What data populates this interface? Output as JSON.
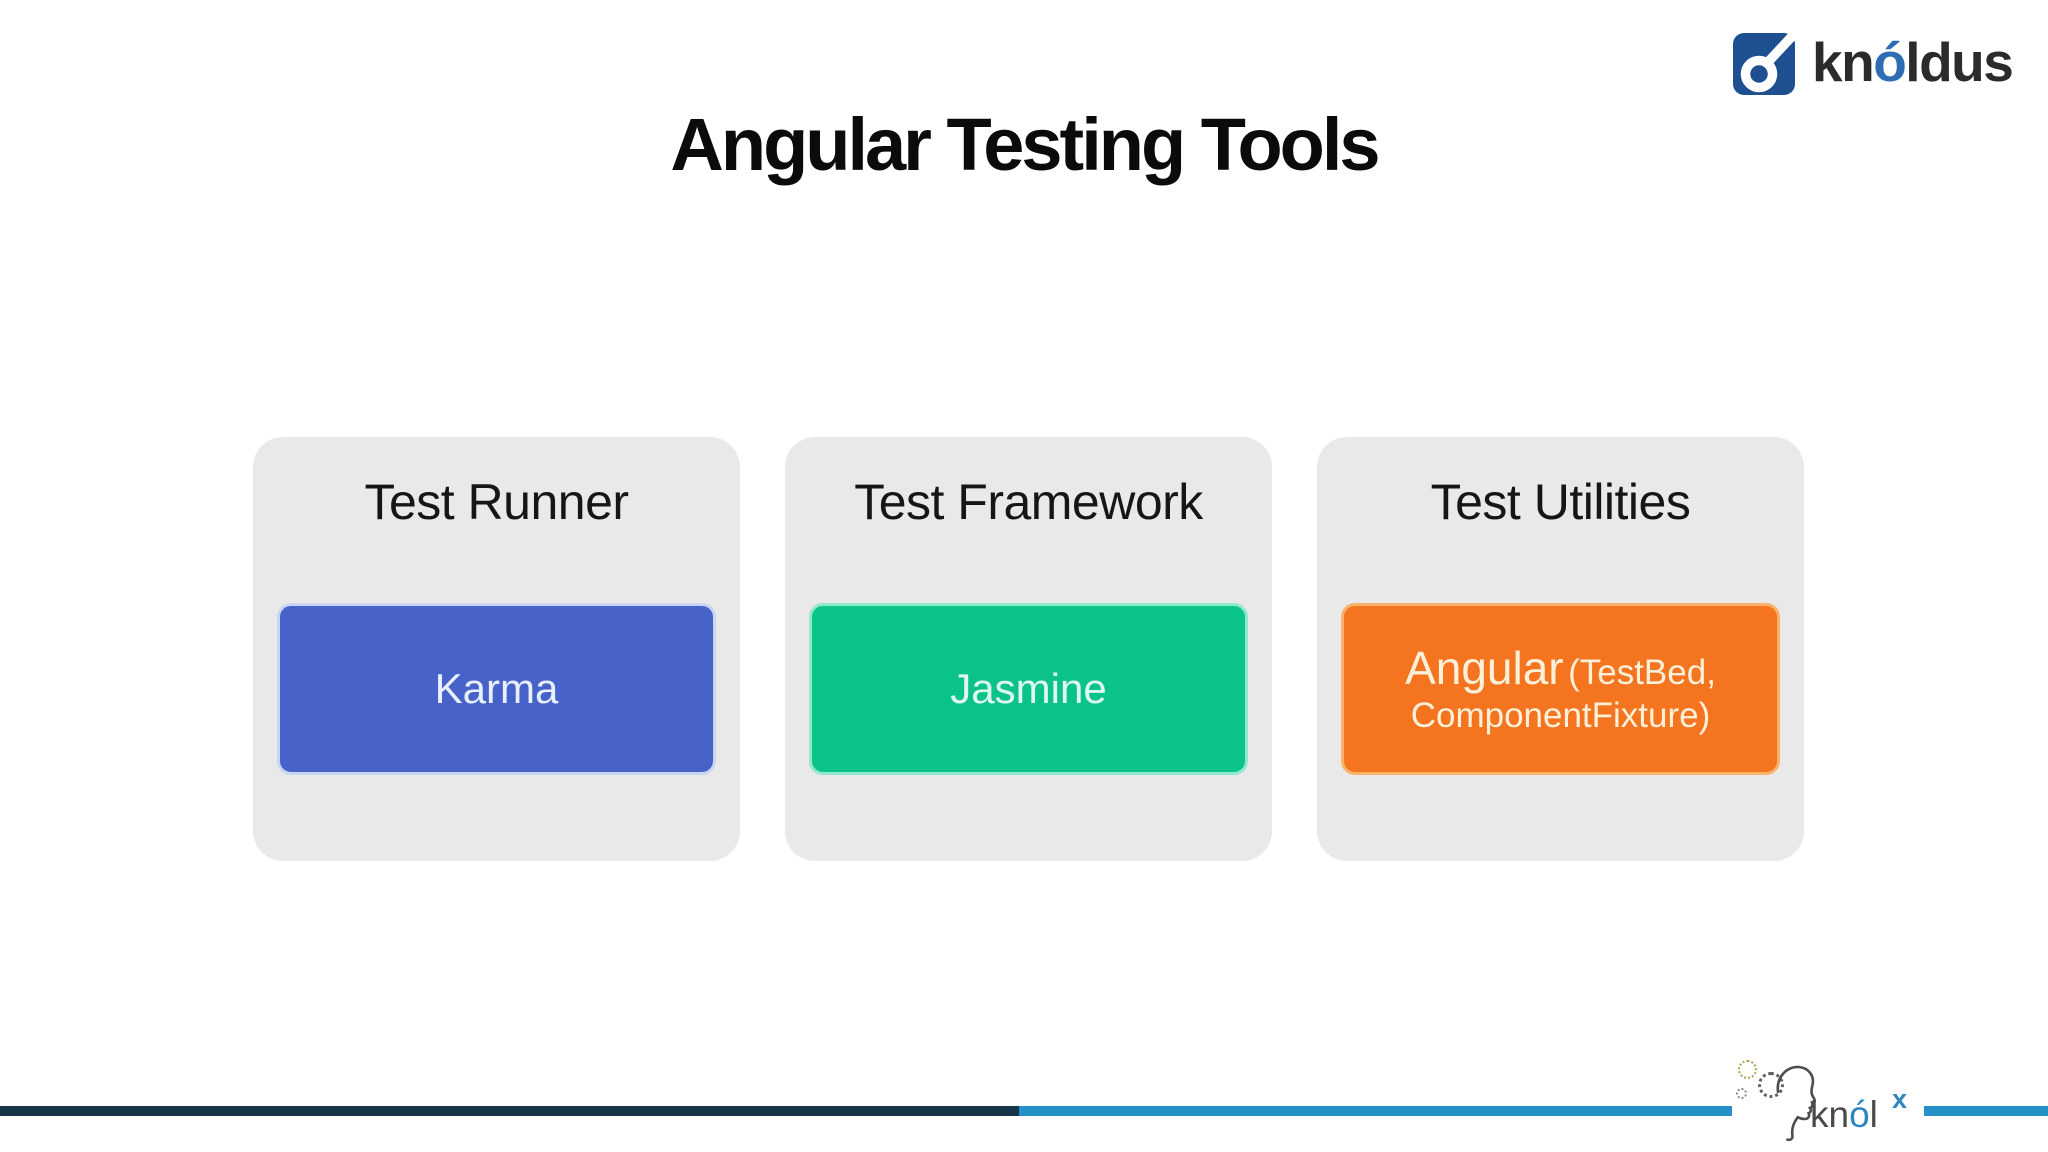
{
  "brand_header": {
    "name": "knoldus",
    "word": {
      "pre": "kn",
      "accent": "ó",
      "post": "ldus"
    },
    "icon_bg_color": "#1e4f90",
    "accent_color": "#2e6db1",
    "text_color": "#2b2b2b"
  },
  "slide": {
    "title": "Angular Testing Tools"
  },
  "diagram": {
    "card_bg_color": "#e9e9e9",
    "cards": [
      {
        "category": "Test Runner",
        "tool": "Karma",
        "box_color": "#4763c9",
        "box_border_color": "#c7d6f4",
        "tool_text_color": "#e9effc"
      },
      {
        "category": "Test Framework",
        "tool": "Jasmine",
        "box_color": "#0cc28b",
        "box_border_color": "#8fe9cd",
        "tool_text_color": "#dff8ee"
      },
      {
        "category": "Test Utilities",
        "tool": "Angular",
        "tool_detail_line1": "(TestBed,",
        "tool_detail_line2": "ComponentFixture)",
        "box_color": "#f5741f",
        "box_border_color": "#f9b267",
        "tool_text_color": "#fcf0d9"
      }
    ]
  },
  "footer": {
    "bar_dark_color": "#17364a",
    "bar_light_color": "#2591c6",
    "brand": {
      "name": "knolx",
      "word": {
        "pre": "kn",
        "accent": "ó",
        "post": "l"
      },
      "sup": "x",
      "accent_color": "#2e86c1",
      "text_color": "#4a4a4a"
    }
  }
}
